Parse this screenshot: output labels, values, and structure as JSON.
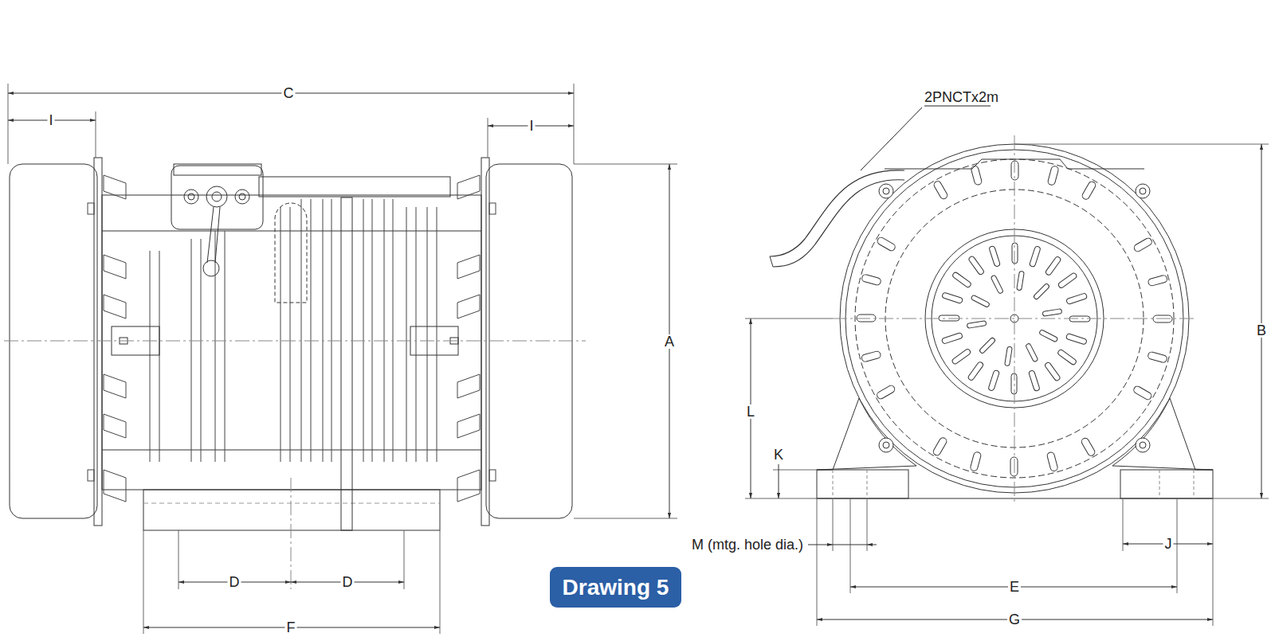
{
  "diagram": {
    "nodes": [
      {
        "text": [
          "Drawing 5"
        ]
      }
    ],
    "labels": [
      "C",
      "I",
      "I",
      "2PNCTx2m",
      "A",
      "B",
      "L",
      "K",
      "M (mtg. hole dia.)",
      "J",
      "D",
      "D",
      "E",
      "G",
      "F"
    ]
  }
}
